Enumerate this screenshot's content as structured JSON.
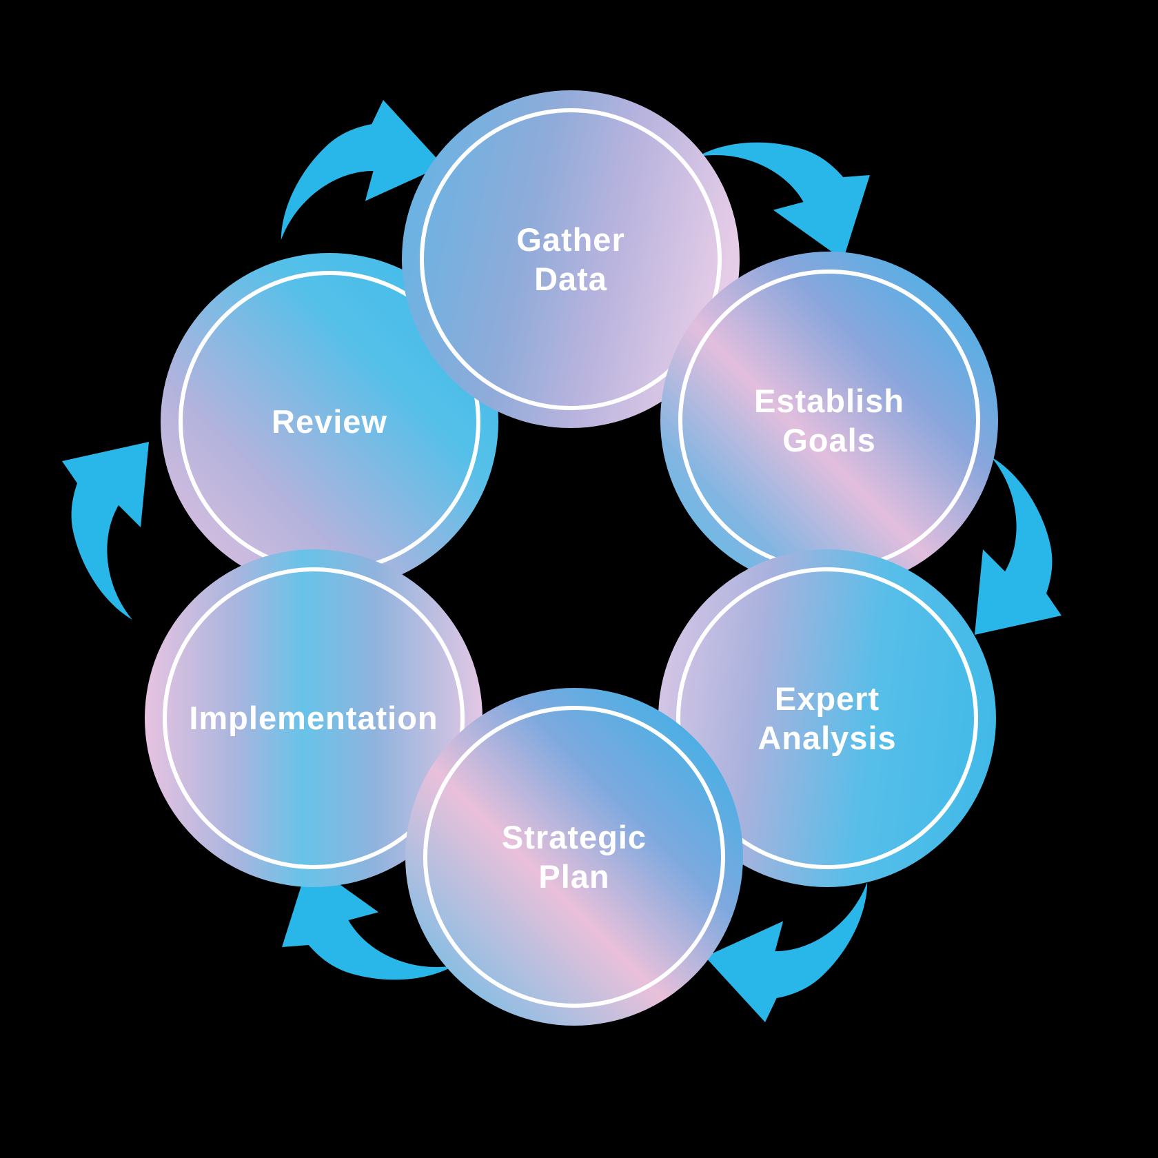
{
  "diagram": {
    "type": "cycle",
    "direction": "clockwise",
    "steps": [
      {
        "id": "gather-data",
        "label": "Gather\nData",
        "gradient": "linear-gradient(103deg, #60b5e5 0%, #8fabd9 38%, #b9b4de 60%, #e5cce7 88%, #ecd4e9 100%)"
      },
      {
        "id": "establish-goals",
        "label": "Establish\nGoals",
        "gradient": "linear-gradient(225deg, #39b4e9 2%, #8aa6dc 34%, #e2bedd 56%, #82b5e2 78%, #55bee9 100%)"
      },
      {
        "id": "expert-analysis",
        "label": "Expert\nAnalysis",
        "gradient": "linear-gradient(97deg, #d9c7e6 2%, #a9b2dd 30%, #57bee9 62%, #3eb9e8 100%)"
      },
      {
        "id": "strategic-plan",
        "label": "Strategic\nPlan",
        "gradient": "linear-gradient(225deg, #2fb2e8 2%, #7ea9de 35%, #e9c0da 58%, #5abde8 100%)"
      },
      {
        "id": "implementation",
        "label": "Implementation",
        "gradient": "linear-gradient(90deg, #e7c3e0 0%, #a9b5de 27%, #68c3e9 47%, #8fb3dd 68%, #e2c7e4 100%)"
      },
      {
        "id": "review",
        "label": "Review",
        "gradient": "linear-gradient(45deg, #e4c2de 2%, #b2b3dd 32%, #54c0e9 66%, #3bbae9 100%)"
      }
    ],
    "arrows": [
      {
        "name": "arrow-review-to-gather-data-icon",
        "from": "review",
        "to": "gather-data",
        "shape": "curved-clockwise-swoosh-arrow"
      },
      {
        "name": "arrow-gather-data-to-establish-goals-icon",
        "from": "gather-data",
        "to": "establish-goals",
        "shape": "curved-clockwise-swoosh-arrow"
      },
      {
        "name": "arrow-establish-goals-to-expert-analysis-icon",
        "from": "establish-goals",
        "to": "expert-analysis",
        "shape": "curved-clockwise-swoosh-arrow"
      },
      {
        "name": "arrow-expert-analysis-to-strategic-plan-icon",
        "from": "expert-analysis",
        "to": "strategic-plan",
        "shape": "curved-clockwise-swoosh-arrow"
      },
      {
        "name": "arrow-strategic-plan-to-implementation-icon",
        "from": "strategic-plan",
        "to": "implementation",
        "shape": "curved-clockwise-swoosh-arrow"
      },
      {
        "name": "arrow-implementation-to-review-icon",
        "from": "implementation",
        "to": "review",
        "shape": "curved-clockwise-swoosh-arrow"
      }
    ]
  },
  "colors": {
    "background": "#000000",
    "arrow": "#29b6e8",
    "ring": "#ffffff",
    "label-text": "#ffffff"
  }
}
